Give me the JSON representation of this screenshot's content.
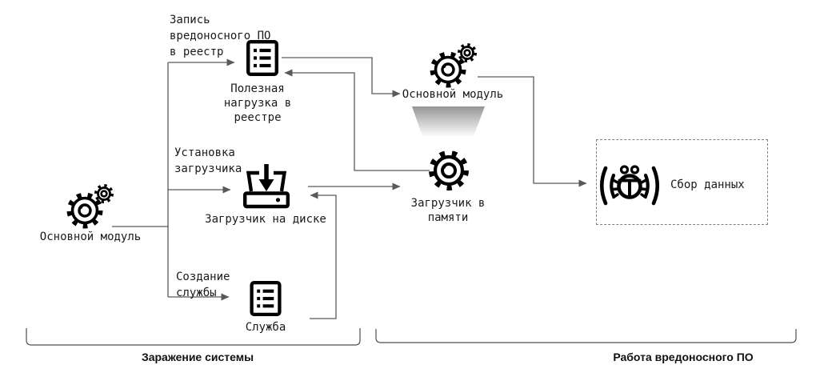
{
  "diagram": {
    "edge_labels": {
      "write_registry": {
        "lines": [
          "Запись",
          "вредоносного ПО",
          "в реестр"
        ]
      },
      "install_loader": {
        "lines": [
          "Установка",
          "загрузчика"
        ]
      },
      "create_service": {
        "lines": [
          "Создание",
          "службы"
        ]
      }
    },
    "nodes": {
      "main_module_left": "Основной модуль",
      "payload_in_registry": {
        "lines": [
          "Полезная",
          "нагрузка в",
          "реестре"
        ]
      },
      "loader_on_disk": "Загрузчик на диске",
      "service": "Служба",
      "main_module_center": "Основной модуль",
      "loader_in_memory": {
        "lines": [
          "Загрузчик в",
          "памяти"
        ]
      },
      "data_collection": "Сбор данных"
    },
    "phases": {
      "infection": "Заражение системы",
      "operation": "Работа вредоносного ПО"
    },
    "colors": {
      "connector": "#595959",
      "icon": "#000000",
      "dashed_box": "#7f7f7f",
      "funnel_top": "#969696",
      "funnel_bottom": "#fcfcfc"
    }
  }
}
